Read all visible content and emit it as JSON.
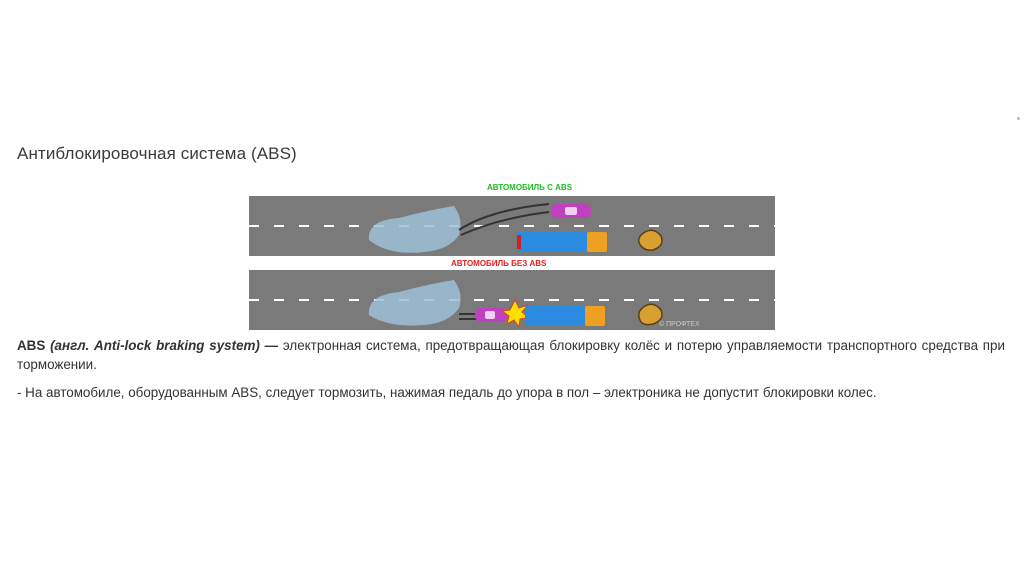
{
  "slide": {
    "title": "Антиблокировочная система (ABS)"
  },
  "illustration": {
    "label_with_abs": "АВТОМОБИЛЬ С ABS",
    "label_without_abs": "АВТОМОБИЛЬ БЕЗ ABS",
    "watermark": "© ПРОФТЕХ",
    "colors": {
      "road": "#7a7a7a",
      "label_with_abs": "#22bb22",
      "label_without_abs": "#e02020",
      "car": "#c040c0",
      "bus": "#2a8be0",
      "bus_cab": "#f0a020",
      "rock": "#d8a030",
      "water": "#9fc0d8"
    }
  },
  "content": {
    "abs_term": "ABS",
    "abs_translation": "(англ. Anti-lock braking system) —",
    "abs_definition": "электронная система, предотвращающая блокировку колёс и потерю управляемости транспортного средства при торможении.",
    "tip": "- На автомобиле, оборудованным ABS, следует тормозить, нажимая педаль до упора в пол – электроника не допустит блокировки колес."
  }
}
